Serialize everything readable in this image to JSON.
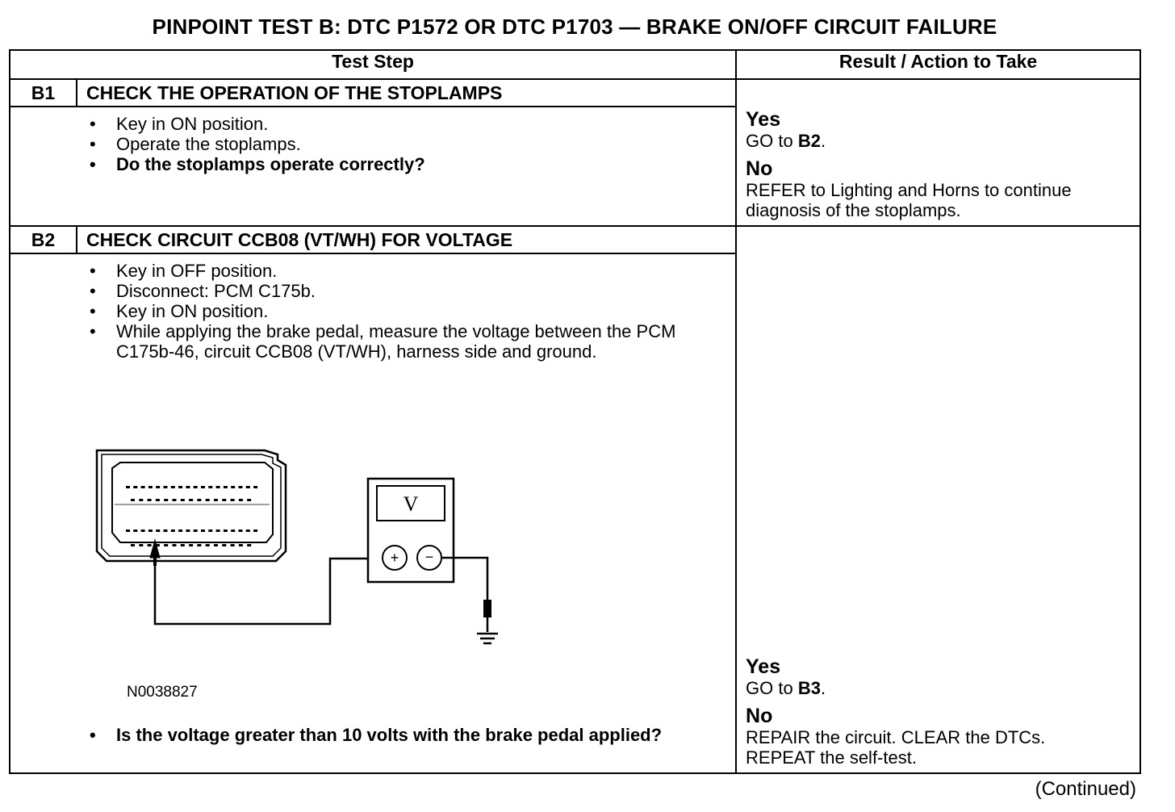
{
  "title": "PINPOINT TEST B: DTC P1572 OR DTC P1703 — BRAKE ON/OFF CIRCUIT FAILURE",
  "columns": {
    "test_step": "Test Step",
    "result": "Result / Action to Take"
  },
  "steps": [
    {
      "id": "B1",
      "heading": "CHECK THE OPERATION OF THE STOPLAMPS",
      "items": [
        {
          "text": "Key in ON position.",
          "bold": false
        },
        {
          "text": "Operate the stoplamps.",
          "bold": false
        },
        {
          "text": "Do the stoplamps operate correctly?",
          "bold": true
        }
      ],
      "yes_label": "Yes",
      "yes_action_prefix": "GO to ",
      "yes_action_target": "B2",
      "yes_action_suffix": ".",
      "no_label": "No",
      "no_action": "REFER to Lighting and Horns to continue diagnosis of the stoplamps."
    },
    {
      "id": "B2",
      "heading": "CHECK CIRCUIT CCB08 (VT/WH) FOR VOLTAGE",
      "items": [
        {
          "text": "Key in OFF position.",
          "bold": false
        },
        {
          "text": "Disconnect: PCM C175b.",
          "bold": false
        },
        {
          "text": "Key in ON position.",
          "bold": false
        },
        {
          "text": "While applying the brake pedal, measure the voltage between the PCM C175b-46, circuit CCB08 (VT/WH), harness side and ground.",
          "bold": false
        }
      ],
      "figure_id": "N0038827",
      "meter_symbol": "V",
      "question": "Is the voltage greater than 10 volts with the brake pedal applied?",
      "yes_label": "Yes",
      "yes_action_prefix": "GO to ",
      "yes_action_target": "B3",
      "yes_action_suffix": ".",
      "no_label": "No",
      "no_action_line1": "REPAIR the circuit. CLEAR the DTCs.",
      "no_action_line2": "REPEAT the self-test."
    }
  ],
  "footer": "(Continued)"
}
